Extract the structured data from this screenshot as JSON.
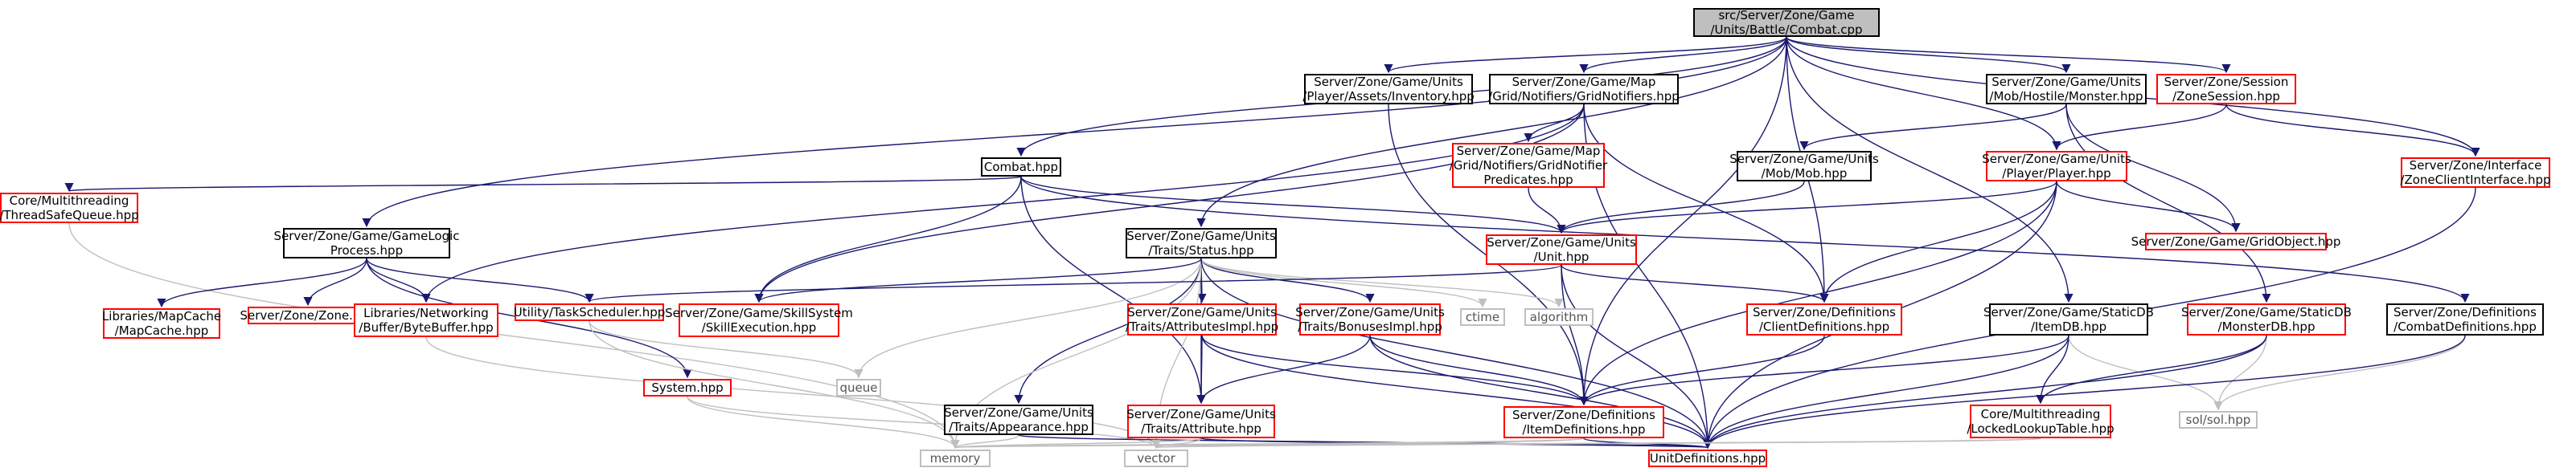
{
  "colors": {
    "background": "#ffffff",
    "node_border_default": "#000000",
    "node_border_missing": "#ff0000",
    "node_border_external": "#bfbfbf",
    "root_fill": "#bfbfbf",
    "edge": "#191970",
    "edge_external": "#bfbfbf"
  },
  "nodes": [
    {
      "id": "root",
      "label": "src/Server/Zone/Game\n/Units/Battle/Combat.cpp",
      "style": "root"
    },
    {
      "id": "inventory",
      "label": "Server/Zone/Game/Units\n/Player/Assets/Inventory.hpp",
      "style": "normal"
    },
    {
      "id": "gridnotifiers",
      "label": "Server/Zone/Game/Map\n/Grid/Notifiers/GridNotifiers.hpp",
      "style": "normal"
    },
    {
      "id": "monster",
      "label": "Server/Zone/Game/Units\n/Mob/Hostile/Monster.hpp",
      "style": "normal"
    },
    {
      "id": "zonesession",
      "label": "Server/Zone/Session\n/ZoneSession.hpp",
      "style": "missing"
    },
    {
      "id": "gridpred",
      "label": "Server/Zone/Game/Map\n/Grid/Notifiers/GridNotifier\nPredicates.hpp",
      "style": "missing"
    },
    {
      "id": "combathpp",
      "label": "Combat.hpp",
      "style": "normal"
    },
    {
      "id": "mob",
      "label": "Server/Zone/Game/Units\n/Mob/Mob.hpp",
      "style": "normal"
    },
    {
      "id": "player",
      "label": "Server/Zone/Game/Units\n/Player/Player.hpp",
      "style": "missing"
    },
    {
      "id": "zoneclient",
      "label": "Server/Zone/Interface\n/ZoneClientInterface.hpp",
      "style": "missing"
    },
    {
      "id": "threadsafe",
      "label": "Core/Multithreading\n/ThreadSafeQueue.hpp",
      "style": "missing"
    },
    {
      "id": "gamelogic",
      "label": "Server/Zone/Game/GameLogic\nProcess.hpp",
      "style": "normal"
    },
    {
      "id": "status",
      "label": "Server/Zone/Game/Units\n/Traits/Status.hpp",
      "style": "normal"
    },
    {
      "id": "unit",
      "label": "Server/Zone/Game/Units\n/Unit.hpp",
      "style": "missing"
    },
    {
      "id": "gridobject",
      "label": "Server/Zone/Game/GridObject.hpp",
      "style": "missing"
    },
    {
      "id": "mapcache",
      "label": "Libraries/MapCache\n/MapCache.hpp",
      "style": "missing"
    },
    {
      "id": "zone",
      "label": "Server/Zone/Zone.hpp",
      "style": "missing"
    },
    {
      "id": "bytebuffer",
      "label": "Libraries/Networking\n/Buffer/ByteBuffer.hpp",
      "style": "missing"
    },
    {
      "id": "taskscheduler",
      "label": "Utility/TaskScheduler.hpp",
      "style": "missing"
    },
    {
      "id": "skillexec",
      "label": "Server/Zone/Game/SkillSystem\n/SkillExecution.hpp",
      "style": "missing"
    },
    {
      "id": "attrimpl",
      "label": "Server/Zone/Game/Units\n/Traits/AttributesImpl.hpp",
      "style": "missing"
    },
    {
      "id": "bonusimpl",
      "label": "Server/Zone/Game/Units\n/Traits/BonusesImpl.hpp",
      "style": "missing"
    },
    {
      "id": "ctime",
      "label": "ctime",
      "style": "external"
    },
    {
      "id": "algorithm",
      "label": "algorithm",
      "style": "external"
    },
    {
      "id": "clientdefs",
      "label": "Server/Zone/Definitions\n/ClientDefinitions.hpp",
      "style": "missing"
    },
    {
      "id": "itemdb",
      "label": "Server/Zone/Game/StaticDB\n/ItemDB.hpp",
      "style": "normal"
    },
    {
      "id": "monsterdb",
      "label": "Server/Zone/Game/StaticDB\n/MonsterDB.hpp",
      "style": "missing"
    },
    {
      "id": "combatdefs",
      "label": "Server/Zone/Definitions\n/CombatDefinitions.hpp",
      "style": "normal"
    },
    {
      "id": "system",
      "label": "System.hpp",
      "style": "missing"
    },
    {
      "id": "queue",
      "label": "queue",
      "style": "external"
    },
    {
      "id": "appearance",
      "label": "Server/Zone/Game/Units\n/Traits/Appearance.hpp",
      "style": "normal"
    },
    {
      "id": "attribute",
      "label": "Server/Zone/Game/Units\n/Traits/Attribute.hpp",
      "style": "missing"
    },
    {
      "id": "itemdefs",
      "label": "Server/Zone/Definitions\n/ItemDefinitions.hpp",
      "style": "missing"
    },
    {
      "id": "lockedlookup",
      "label": "Core/Multithreading\n/LockedLookupTable.hpp",
      "style": "missing"
    },
    {
      "id": "sol",
      "label": "sol/sol.hpp",
      "style": "external"
    },
    {
      "id": "memory",
      "label": "memory",
      "style": "external"
    },
    {
      "id": "vector",
      "label": "vector",
      "style": "external"
    },
    {
      "id": "unitdefs",
      "label": "UnitDefinitions.hpp",
      "style": "missing"
    }
  ],
  "edges": [
    [
      "root",
      "inventory"
    ],
    [
      "root",
      "gridnotifiers"
    ],
    [
      "root",
      "monster"
    ],
    [
      "root",
      "zonesession"
    ],
    [
      "root",
      "combathpp"
    ],
    [
      "root",
      "player"
    ],
    [
      "root",
      "zoneclient"
    ],
    [
      "root",
      "gamelogic"
    ],
    [
      "root",
      "status"
    ],
    [
      "root",
      "clientdefs"
    ],
    [
      "root",
      "itemdefs"
    ],
    [
      "root",
      "itemdb"
    ],
    [
      "inventory",
      "itemdefs"
    ],
    [
      "gridnotifiers",
      "gridpred"
    ],
    [
      "gridnotifiers",
      "bytebuffer"
    ],
    [
      "gridnotifiers",
      "skillexec"
    ],
    [
      "gridnotifiers",
      "clientdefs"
    ],
    [
      "gridnotifiers",
      "unitdefs"
    ],
    [
      "gridpred",
      "unit"
    ],
    [
      "monster",
      "mob"
    ],
    [
      "monster",
      "gridobject"
    ],
    [
      "monster",
      "monsterdb"
    ],
    [
      "zonesession",
      "player"
    ],
    [
      "zonesession",
      "zoneclient"
    ],
    [
      "combathpp",
      "threadsafe"
    ],
    [
      "combathpp",
      "unit"
    ],
    [
      "combathpp",
      "skillexec"
    ],
    [
      "combathpp",
      "attribute"
    ],
    [
      "combathpp",
      "combatdefs"
    ],
    [
      "mob",
      "unit"
    ],
    [
      "player",
      "unit"
    ],
    [
      "player",
      "gridobject"
    ],
    [
      "player",
      "clientdefs"
    ],
    [
      "player",
      "itemdefs"
    ],
    [
      "player",
      "unitdefs"
    ],
    [
      "zoneclient",
      "unitdefs"
    ],
    [
      "threadsafe",
      "memory"
    ],
    [
      "gamelogic",
      "mapcache"
    ],
    [
      "gamelogic",
      "zone"
    ],
    [
      "gamelogic",
      "bytebuffer"
    ],
    [
      "gamelogic",
      "taskscheduler"
    ],
    [
      "gamelogic",
      "system"
    ],
    [
      "status",
      "attrimpl"
    ],
    [
      "status",
      "bonusimpl"
    ],
    [
      "status",
      "appearance"
    ],
    [
      "status",
      "attribute"
    ],
    [
      "status",
      "ctime"
    ],
    [
      "status",
      "algorithm"
    ],
    [
      "status",
      "queue"
    ],
    [
      "status",
      "memory"
    ],
    [
      "status",
      "vector"
    ],
    [
      "status",
      "unitdefs"
    ],
    [
      "status",
      "skillexec"
    ],
    [
      "unit",
      "taskscheduler"
    ],
    [
      "unit",
      "clientdefs"
    ],
    [
      "unit",
      "itemdefs"
    ],
    [
      "unit",
      "unitdefs"
    ],
    [
      "bytebuffer",
      "vector"
    ],
    [
      "taskscheduler",
      "queue"
    ],
    [
      "taskscheduler",
      "memory"
    ],
    [
      "attrimpl",
      "attribute"
    ],
    [
      "attrimpl",
      "itemdefs"
    ],
    [
      "attrimpl",
      "unitdefs"
    ],
    [
      "bonusimpl",
      "attribute"
    ],
    [
      "bonusimpl",
      "itemdefs"
    ],
    [
      "bonusimpl",
      "unitdefs"
    ],
    [
      "clientdefs",
      "itemdefs"
    ],
    [
      "itemdb",
      "itemdefs"
    ],
    [
      "itemdb",
      "lockedlookup"
    ],
    [
      "itemdb",
      "sol"
    ],
    [
      "itemdb",
      "unitdefs"
    ],
    [
      "monsterdb",
      "lockedlookup"
    ],
    [
      "monsterdb",
      "sol"
    ],
    [
      "monsterdb",
      "unitdefs"
    ],
    [
      "combatdefs",
      "sol"
    ],
    [
      "combatdefs",
      "unitdefs"
    ],
    [
      "system",
      "memory"
    ],
    [
      "system",
      "vector"
    ],
    [
      "appearance",
      "memory"
    ],
    [
      "appearance",
      "unitdefs"
    ],
    [
      "attribute",
      "memory"
    ],
    [
      "attribute",
      "vector"
    ],
    [
      "attribute",
      "unitdefs"
    ],
    [
      "itemdefs",
      "memory"
    ],
    [
      "itemdefs",
      "vector"
    ],
    [
      "itemdefs",
      "unitdefs"
    ],
    [
      "lockedlookup",
      "memory"
    ],
    [
      "lockedlookup",
      "vector"
    ]
  ]
}
